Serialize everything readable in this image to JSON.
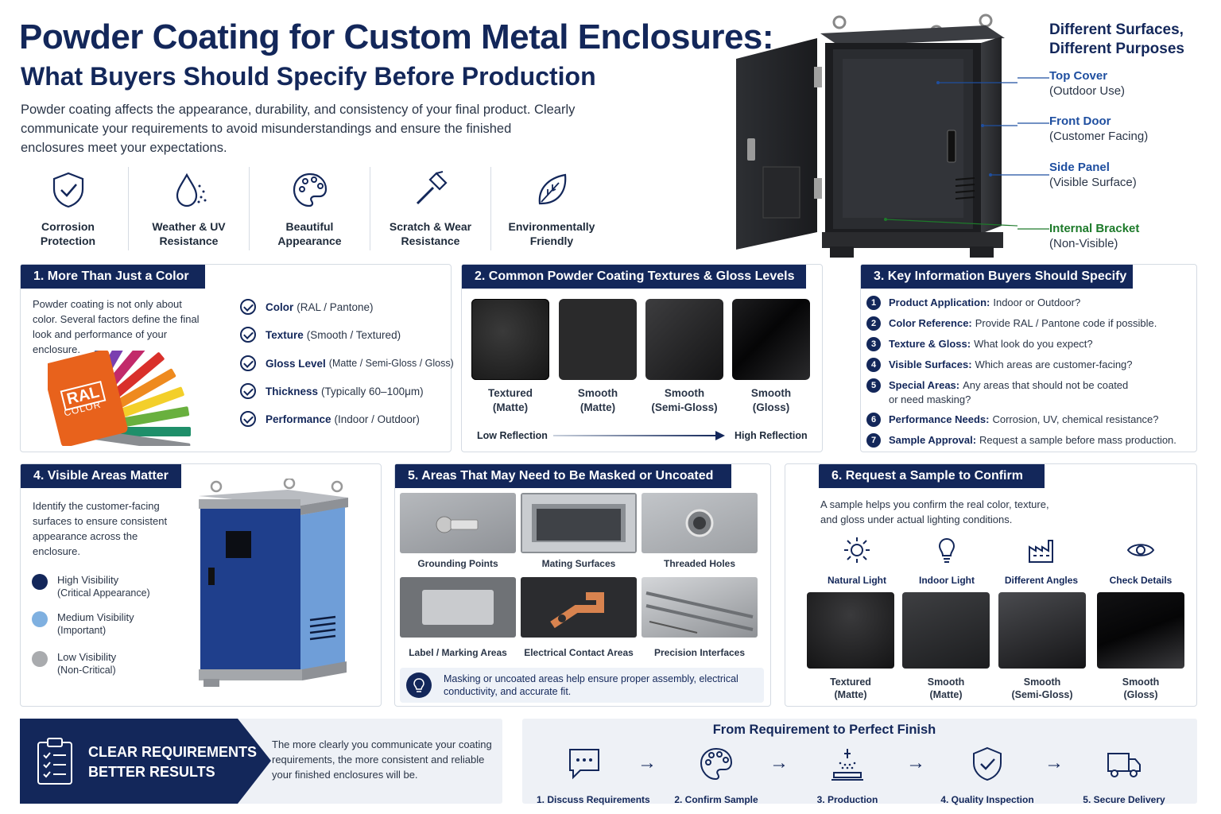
{
  "header": {
    "title": "Powder Coating for Custom Metal Enclosures:",
    "subtitle": "What Buyers Should Specify Before Production",
    "intro": "Powder coating affects the appearance, durability, and consistency of your final product. Clearly communicate your requirements to avoid misunderstandings and ensure the finished enclosures meet your expectations."
  },
  "benefits": [
    {
      "label": "Corrosion\nProtection",
      "icon": "shield-check-icon"
    },
    {
      "label": "Weather & UV\nResistance",
      "icon": "droplet-icon"
    },
    {
      "label": "Beautiful\nAppearance",
      "icon": "palette-icon"
    },
    {
      "label": "Scratch & Wear\nResistance",
      "icon": "hammer-icon"
    },
    {
      "label": "Environmentally\nFriendly",
      "icon": "leaf-icon"
    }
  ],
  "surfaces": {
    "heading1": "Different Surfaces,",
    "heading2": "Different Purposes",
    "items": [
      {
        "name": "Top Cover",
        "note": "(Outdoor Use)"
      },
      {
        "name": "Front Door",
        "note": "(Customer Facing)"
      },
      {
        "name": "Side Panel",
        "note": "(Visible Surface)"
      },
      {
        "name": "Internal Bracket",
        "note": "(Non-Visible)"
      }
    ]
  },
  "section1": {
    "title": "1. More Than Just a Color",
    "text": "Powder coating is not only about color. Several factors define the final look and performance of your enclosure.",
    "ral_text": "RAL",
    "ral_sub": "COLOR",
    "checks": [
      {
        "key": "Color",
        "value": "(RAL / Pantone)"
      },
      {
        "key": "Texture",
        "value": "(Smooth / Textured)"
      },
      {
        "key": "Gloss Level",
        "value": "(Matte / Semi-Gloss / Gloss)"
      },
      {
        "key": "Thickness",
        "value": "(Typically 60–100μm)"
      },
      {
        "key": "Performance",
        "value": "(Indoor / Outdoor)"
      }
    ]
  },
  "section2": {
    "title": "2. Common Powder Coating Textures & Gloss Levels",
    "swatches": [
      {
        "name": "Textured",
        "finish": "(Matte)"
      },
      {
        "name": "Smooth",
        "finish": "(Matte)"
      },
      {
        "name": "Smooth",
        "finish": "(Semi-Gloss)"
      },
      {
        "name": "Smooth",
        "finish": "(Gloss)"
      }
    ],
    "low": "Low Reflection",
    "high": "High Reflection"
  },
  "section3": {
    "title": "3. Key Information Buyers Should Specify",
    "items": [
      {
        "n": "1",
        "key": "Product Application:",
        "value": "Indoor or Outdoor?"
      },
      {
        "n": "2",
        "key": "Color Reference:",
        "value": "Provide RAL / Pantone code if possible."
      },
      {
        "n": "3",
        "key": "Texture & Gloss:",
        "value": "What look do you expect?"
      },
      {
        "n": "4",
        "key": "Visible Surfaces:",
        "value": "Which areas are customer-facing?"
      },
      {
        "n": "5",
        "key": "Special Areas:",
        "value": "Any areas that should not be coated or need masking?"
      },
      {
        "n": "6",
        "key": "Performance Needs:",
        "value": "Corrosion, UV, chemical resistance?"
      },
      {
        "n": "7",
        "key": "Sample Approval:",
        "value": "Request a sample before mass production."
      }
    ]
  },
  "section4": {
    "title": "4. Visible Areas Matter",
    "text": "Identify the customer-facing surfaces to ensure consistent appearance across the enclosure.",
    "levels": [
      {
        "name": "High Visibility",
        "note": "(Critical Appearance)",
        "color": "#13275a"
      },
      {
        "name": "Medium Visibility",
        "note": "(Important)",
        "color": "#7fb0e0"
      },
      {
        "name": "Low Visibility",
        "note": "(Non-Critical)",
        "color": "#a9abae"
      }
    ]
  },
  "section5": {
    "title": "5. Areas That May Need to Be Masked or Uncoated",
    "items": [
      "Grounding Points",
      "Mating Surfaces",
      "Threaded Holes",
      "Label / Marking Areas",
      "Electrical Contact Areas",
      "Precision Interfaces"
    ],
    "note": "Masking or uncoated areas help ensure proper assembly, electrical conductivity, and accurate fit."
  },
  "section6": {
    "title": "6. Request a Sample to Confirm",
    "text": "A sample helps you confirm the real color, texture, and gloss under actual lighting conditions.",
    "conditions": [
      {
        "label": "Natural Light",
        "icon": "sun-icon"
      },
      {
        "label": "Indoor Light",
        "icon": "bulb-icon"
      },
      {
        "label": "Different Angles",
        "icon": "factory-icon"
      },
      {
        "label": "Check Details",
        "icon": "eye-icon"
      }
    ],
    "samples": [
      {
        "name": "Textured",
        "finish": "(Matte)"
      },
      {
        "name": "Smooth",
        "finish": "(Matte)"
      },
      {
        "name": "Smooth",
        "finish": "(Semi-Gloss)"
      },
      {
        "name": "Smooth",
        "finish": "(Gloss)"
      }
    ]
  },
  "banner": {
    "line1": "CLEAR REQUIREMENTS",
    "line2": "BETTER RESULTS",
    "text": "The more clearly you communicate your coating requirements, the more consistent and reliable your finished enclosures will be."
  },
  "process": {
    "title": "From Requirement to Perfect Finish",
    "steps": [
      {
        "label": "1. Discuss Requirements",
        "icon": "chat-icon"
      },
      {
        "label": "2. Confirm Sample",
        "icon": "palette-icon"
      },
      {
        "label": "3. Production",
        "icon": "spray-icon"
      },
      {
        "label": "4. Quality Inspection",
        "icon": "shield-check-icon"
      },
      {
        "label": "5. Secure Delivery",
        "icon": "truck-icon"
      }
    ],
    "arrow": "→"
  },
  "colors": {
    "navy": "#13275a",
    "blue": "#1f4fa0",
    "green": "#1d7a2a"
  }
}
